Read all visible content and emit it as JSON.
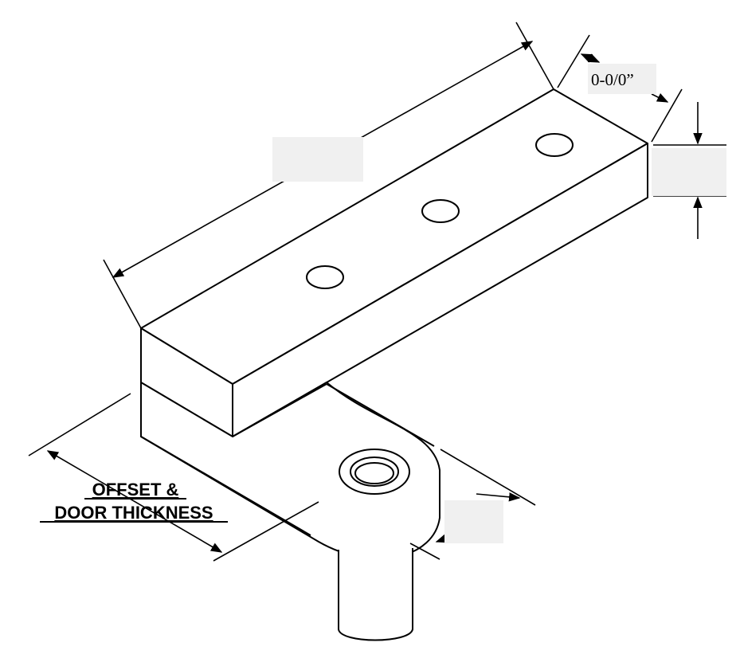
{
  "diagram": {
    "dimension_labels": {
      "edge_width": "0-0/0”",
      "offset_line1": "OFFSET &",
      "offset_line2": "DOOR THICKNESS"
    },
    "colors": {
      "line": "#000000",
      "background": "#ffffff",
      "blank_field": "#f0f0f0"
    }
  }
}
